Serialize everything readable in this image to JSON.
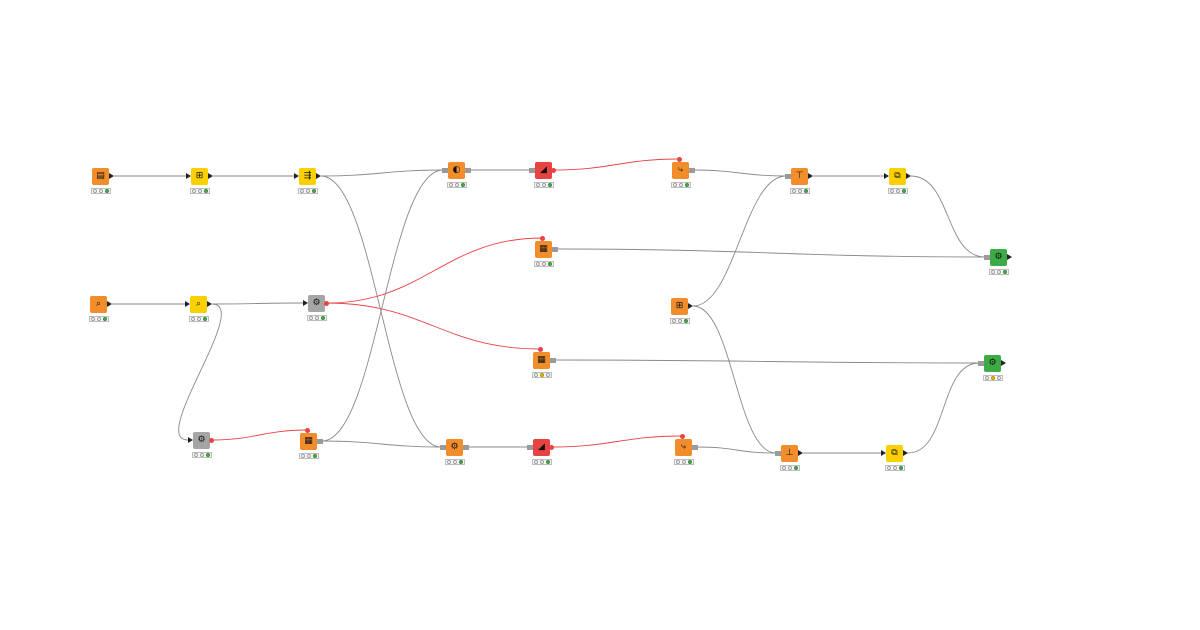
{
  "workflow": {
    "nodes": [
      {
        "id": "n1",
        "name": "file-reader-node",
        "color": "#f28d2c",
        "icon": "table-reader-icon",
        "glyph": "▤",
        "in": "none",
        "out": "arrow",
        "status": [
          "off",
          "off",
          "green"
        ]
      },
      {
        "id": "n2",
        "name": "column-filter-node",
        "color": "#fad000",
        "icon": "column-filter-icon",
        "glyph": "⊞",
        "in": "arrow",
        "out": "arrow",
        "status": [
          "off",
          "off",
          "green"
        ]
      },
      {
        "id": "n3",
        "name": "partitioning-node",
        "color": "#fad000",
        "icon": "partition-icon",
        "glyph": "⇶",
        "in": "arrow",
        "out": "arrow",
        "status": [
          "off",
          "off",
          "green"
        ]
      },
      {
        "id": "n4",
        "name": "learner-node-top",
        "color": "#f28d2c",
        "icon": "learner-icon",
        "glyph": "◐",
        "in": "square",
        "out": "square",
        "status": [
          "off",
          "off",
          "green"
        ]
      },
      {
        "id": "n5",
        "name": "predictor-node-top",
        "color": "#e84343",
        "icon": "predictor-icon",
        "glyph": "◢",
        "in": "square",
        "out": "dot",
        "status": [
          "off",
          "off",
          "green"
        ]
      },
      {
        "id": "n6",
        "name": "model-writer-node-top",
        "color": "#f28d2c",
        "icon": "model-writer-icon",
        "glyph": "⤷",
        "in": "dot",
        "out": "square",
        "status": [
          "off",
          "off",
          "green"
        ]
      },
      {
        "id": "n7",
        "name": "joiner-node-top",
        "color": "#f28d2c",
        "icon": "joiner-icon",
        "glyph": "⊤",
        "in": "square",
        "out": "arrow",
        "status": [
          "off",
          "off",
          "green"
        ]
      },
      {
        "id": "n8",
        "name": "scorer-node-top",
        "color": "#fad000",
        "icon": "scorer-icon",
        "glyph": "⧉",
        "in": "arrow",
        "out": "arrow",
        "status": [
          "off",
          "off",
          "green"
        ]
      },
      {
        "id": "n9",
        "name": "view-node-top",
        "color": "#3cab46",
        "icon": "view-icon",
        "glyph": "⚙",
        "in": "square",
        "out": "arrow",
        "status": [
          "off",
          "off",
          "green"
        ]
      },
      {
        "id": "n10",
        "name": "table-creator-node",
        "color": "#f28d2c",
        "icon": "search-table-icon",
        "glyph": "⌕",
        "in": "none",
        "out": "arrow",
        "status": [
          "off",
          "off",
          "green"
        ]
      },
      {
        "id": "n11",
        "name": "string-manipulation-node",
        "color": "#fad000",
        "icon": "string-icon",
        "glyph": "⌕",
        "in": "arrow",
        "out": "arrow",
        "status": [
          "off",
          "off",
          "green"
        ]
      },
      {
        "id": "n12",
        "name": "metanode-top",
        "color": "#a5a5a5",
        "icon": "metanode-icon",
        "glyph": "⚙",
        "in": "arrow",
        "out": "dot",
        "status": [
          "off",
          "off",
          "green"
        ]
      },
      {
        "id": "n13",
        "name": "model-reader-node-mid",
        "color": "#f28d2c",
        "icon": "model-reader-icon",
        "glyph": "▦",
        "in": "dot",
        "out": "square",
        "status": [
          "off",
          "off",
          "green"
        ]
      },
      {
        "id": "n14",
        "name": "data-generator-node",
        "color": "#f28d2c",
        "icon": "grid-plus-icon",
        "glyph": "⊞",
        "in": "none",
        "out": "arrow",
        "status": [
          "off",
          "off",
          "green"
        ]
      },
      {
        "id": "n15",
        "name": "model-reader-node-low",
        "color": "#f28d2c",
        "icon": "model-reader-icon",
        "glyph": "▦",
        "in": "dot",
        "out": "square",
        "status": [
          "off",
          "yellow",
          "off"
        ]
      },
      {
        "id": "n16",
        "name": "view-node-mid",
        "color": "#3cab46",
        "icon": "view-icon",
        "glyph": "⚙",
        "in": "square",
        "out": "arrow",
        "status": [
          "off",
          "yellow",
          "off"
        ]
      },
      {
        "id": "n17",
        "name": "metanode-bottom",
        "color": "#a5a5a5",
        "icon": "metanode-icon",
        "glyph": "⚙",
        "in": "arrow",
        "out": "dot",
        "status": [
          "off",
          "off",
          "green"
        ]
      },
      {
        "id": "n18",
        "name": "model-loader-node",
        "color": "#f28d2c",
        "icon": "model-loader-icon",
        "glyph": "▦",
        "in": "dot",
        "out": "square",
        "status": [
          "off",
          "off",
          "green"
        ]
      },
      {
        "id": "n19",
        "name": "learner-node-bottom",
        "color": "#f28d2c",
        "icon": "learner-icon",
        "glyph": "⚙",
        "in": "square",
        "out": "square",
        "status": [
          "off",
          "off",
          "green"
        ]
      },
      {
        "id": "n20",
        "name": "predictor-node-bottom",
        "color": "#e84343",
        "icon": "predictor-icon",
        "glyph": "◢",
        "in": "square",
        "out": "dot",
        "status": [
          "off",
          "off",
          "green"
        ]
      },
      {
        "id": "n21",
        "name": "model-writer-node-bottom",
        "color": "#f28d2c",
        "icon": "model-writer-icon",
        "glyph": "⤷",
        "in": "dot",
        "out": "square",
        "status": [
          "off",
          "off",
          "green"
        ]
      },
      {
        "id": "n22",
        "name": "joiner-node-bottom",
        "color": "#f28d2c",
        "icon": "joiner-icon",
        "glyph": "⊥",
        "in": "square",
        "out": "arrow",
        "status": [
          "off",
          "off",
          "green"
        ]
      },
      {
        "id": "n23",
        "name": "scorer-node-bottom",
        "color": "#fad000",
        "icon": "scorer-icon",
        "glyph": "⧉",
        "in": "arrow",
        "out": "arrow",
        "status": [
          "off",
          "off",
          "green"
        ]
      }
    ],
    "edges": [
      {
        "from": "n1",
        "to": "n2",
        "kind": "data"
      },
      {
        "from": "n2",
        "to": "n3",
        "kind": "data"
      },
      {
        "from": "n3",
        "to": "n4",
        "kind": "data"
      },
      {
        "from": "n3",
        "to": "n19",
        "kind": "data"
      },
      {
        "from": "n4",
        "to": "n5",
        "kind": "data"
      },
      {
        "from": "n5",
        "to": "n6",
        "kind": "model"
      },
      {
        "from": "n6",
        "to": "n7",
        "kind": "data"
      },
      {
        "from": "n7",
        "to": "n8",
        "kind": "data"
      },
      {
        "from": "n8",
        "to": "n9",
        "kind": "data"
      },
      {
        "from": "n10",
        "to": "n11",
        "kind": "data"
      },
      {
        "from": "n11",
        "to": "n12",
        "kind": "data"
      },
      {
        "from": "n11",
        "to": "n17",
        "kind": "data"
      },
      {
        "from": "n12",
        "to": "n13",
        "kind": "model"
      },
      {
        "from": "n12",
        "to": "n15",
        "kind": "model"
      },
      {
        "from": "n13",
        "to": "n9",
        "kind": "data"
      },
      {
        "from": "n14",
        "to": "n7",
        "kind": "data"
      },
      {
        "from": "n14",
        "to": "n22",
        "kind": "data"
      },
      {
        "from": "n15",
        "to": "n16",
        "kind": "data"
      },
      {
        "from": "n17",
        "to": "n18",
        "kind": "model"
      },
      {
        "from": "n18",
        "to": "n4",
        "kind": "data"
      },
      {
        "from": "n18",
        "to": "n19",
        "kind": "data"
      },
      {
        "from": "n19",
        "to": "n20",
        "kind": "data"
      },
      {
        "from": "n20",
        "to": "n21",
        "kind": "model"
      },
      {
        "from": "n21",
        "to": "n22",
        "kind": "data"
      },
      {
        "from": "n22",
        "to": "n23",
        "kind": "data"
      },
      {
        "from": "n23",
        "to": "n16",
        "kind": "data"
      }
    ],
    "colors": {
      "data_edge": "#8a8a8a",
      "model_edge": "#e84343"
    }
  }
}
